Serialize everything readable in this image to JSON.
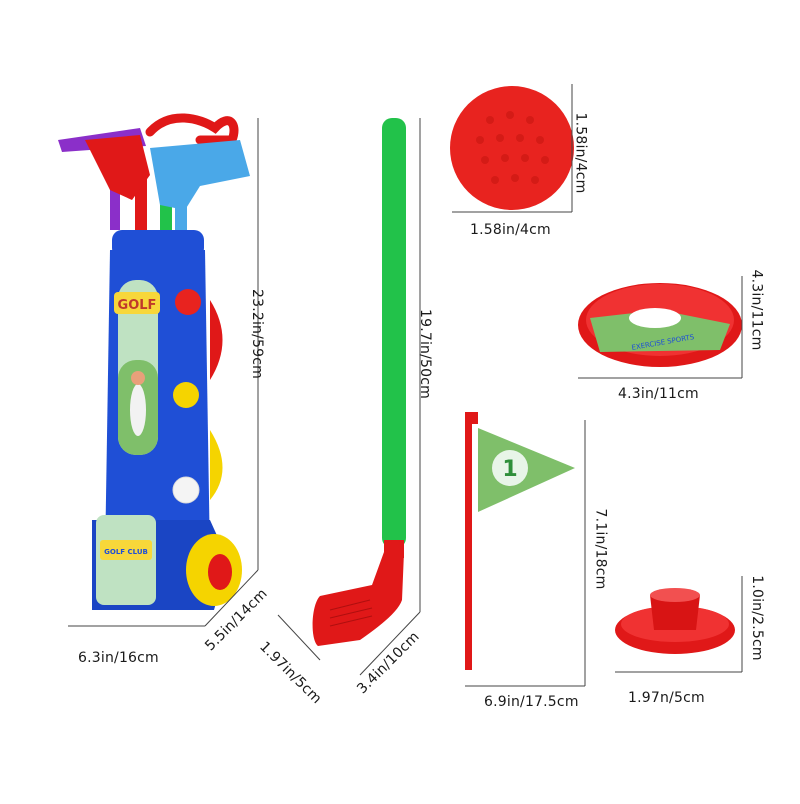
{
  "product": {
    "bag_label": "GOLF",
    "bag_sub_label": "GOLF CLUB",
    "hole_cup_label": "EXERCISE SPORTS",
    "flag_number": "1"
  },
  "dimensions": {
    "bag_height": "23.2in/59cm",
    "bag_width": "6.3in/16cm",
    "bag_depth": "5.5in/14cm",
    "club_head_depth": "1.97in/5cm",
    "club_head_width": "3.4in/10cm",
    "club_length": "19.7in/50cm",
    "ball_height": "1.58in/4cm",
    "ball_width": "1.58in/4cm",
    "cup_height": "4.3in/11cm",
    "cup_width": "4.3in/11cm",
    "flag_height": "7.1in/18cm",
    "flag_width": "6.9in/17.5cm",
    "tee_height": "1.0in/2.5cm",
    "tee_width": "1.97n/5cm"
  },
  "colors": {
    "bag_blue": "#1f4fd6",
    "club_green": "#22c24a",
    "club_red": "#e01818",
    "ball_red": "#e8231f",
    "yellow": "#f5d400",
    "club_cyan": "#4aa8e8",
    "club_purple": "#8b2fc9"
  }
}
